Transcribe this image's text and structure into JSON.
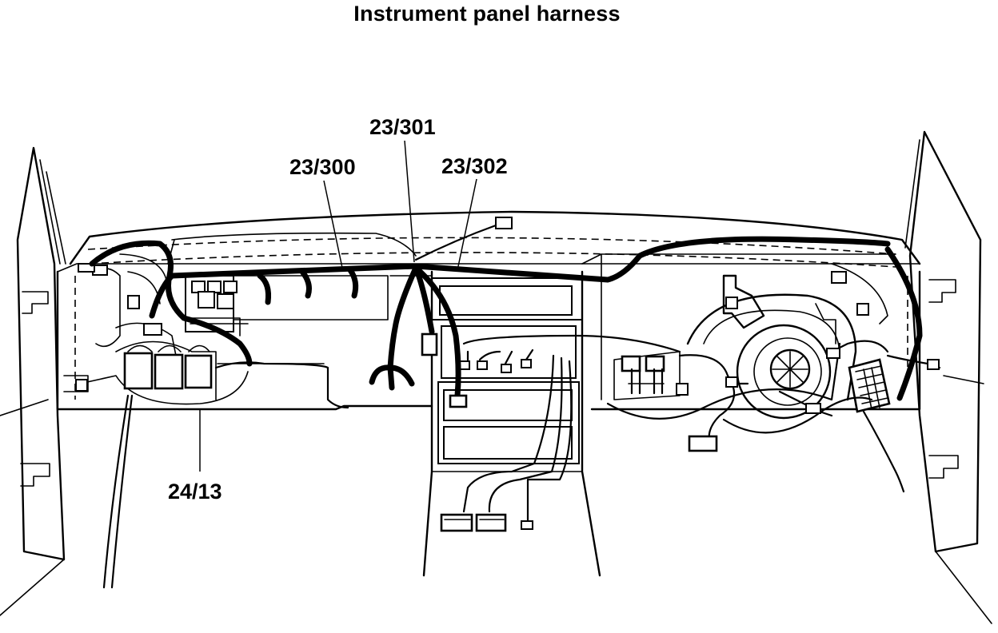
{
  "title": "Instrument panel harness",
  "callouts": [
    {
      "id": "c1",
      "text": "23/301"
    },
    {
      "id": "c2",
      "text": "23/300"
    },
    {
      "id": "c3",
      "text": "23/302"
    },
    {
      "id": "c4",
      "text": "24/13"
    }
  ]
}
